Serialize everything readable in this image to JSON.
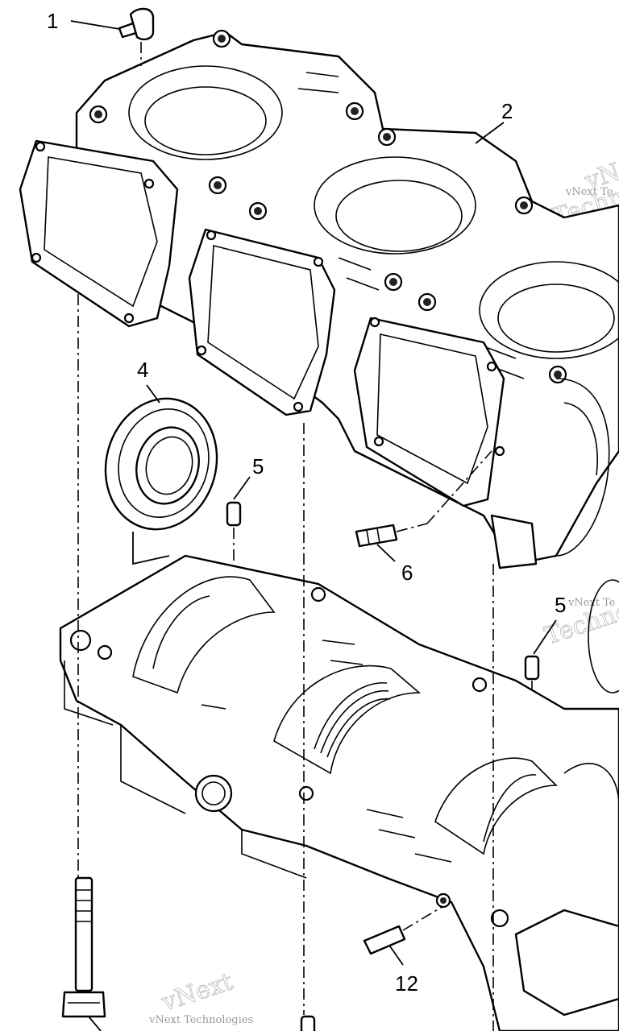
{
  "callouts": {
    "c1": "1",
    "c2": "2",
    "c4": "4",
    "c5a": "5",
    "c5b": "5",
    "c6": "6",
    "c12": "12"
  },
  "watermark": {
    "big": "vNext",
    "big2": "Technologies",
    "small": "vNext Technologies",
    "small_cut": "vNext Te"
  }
}
